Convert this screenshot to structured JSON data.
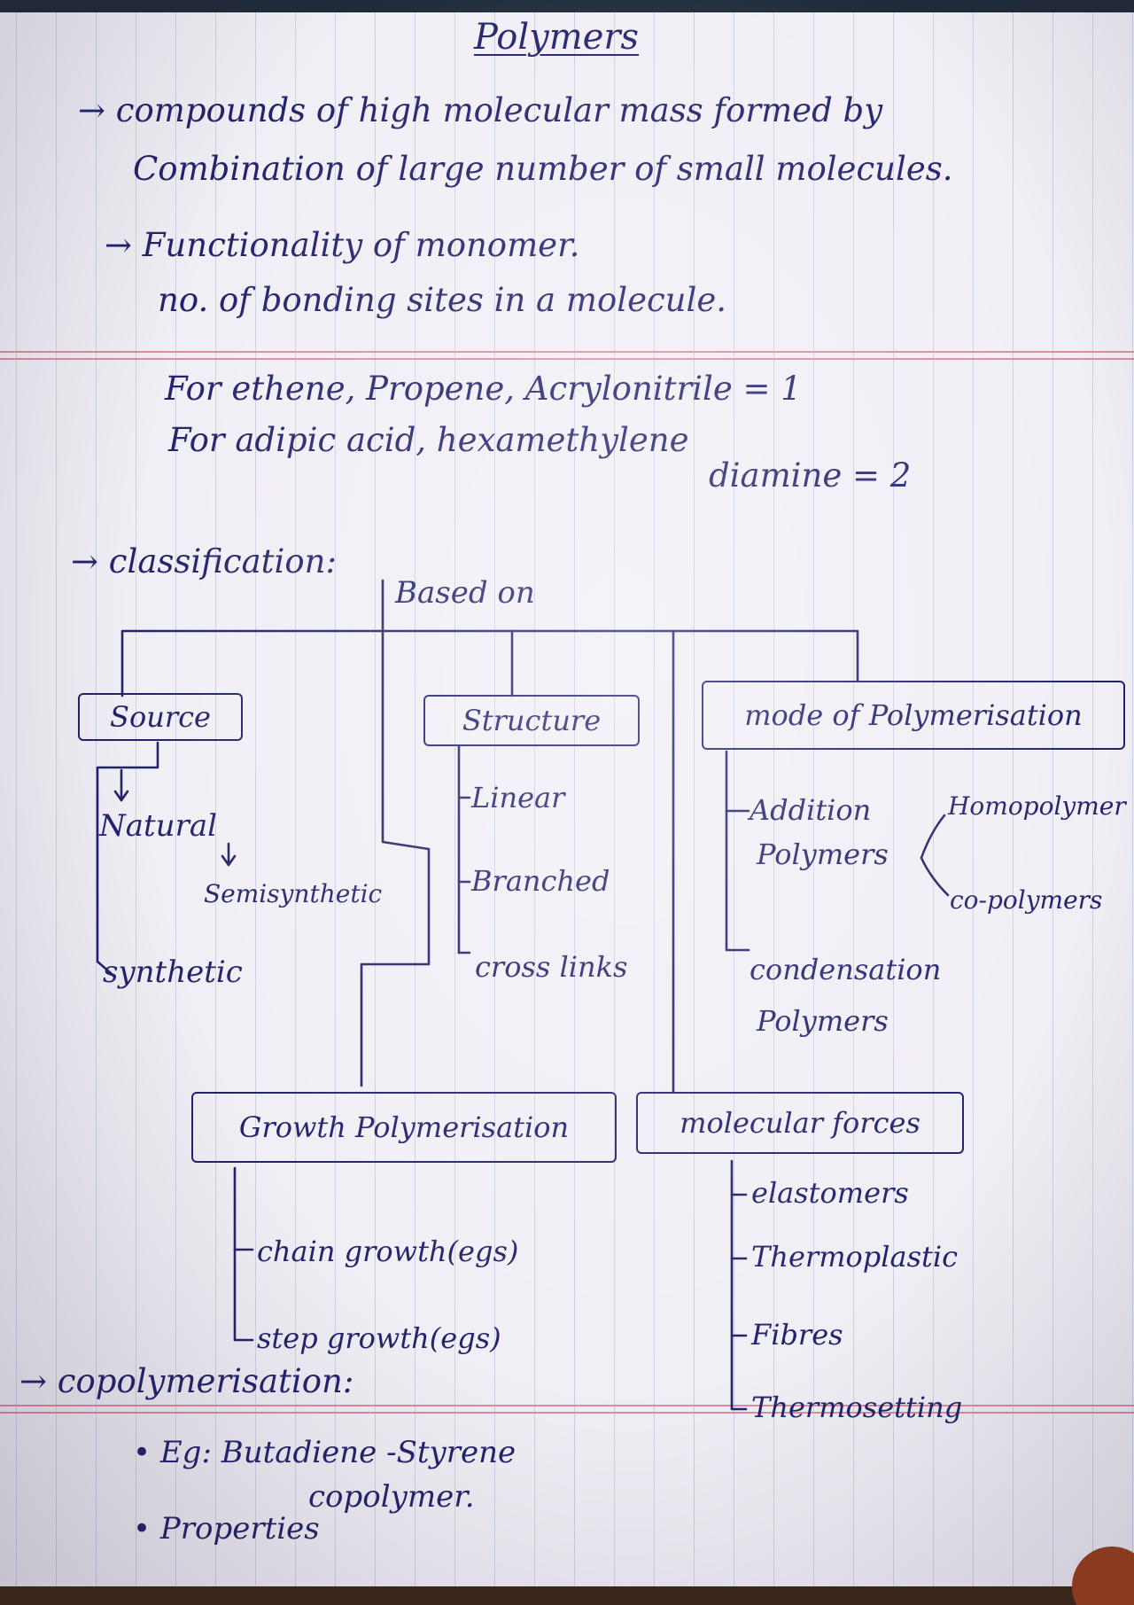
{
  "title": "Polymers",
  "intro": {
    "line1": "→ compounds of high molecular mass formed by",
    "line2": "Combination of large number of small molecules.",
    "line3": "→ Functionality of monomer.",
    "line4": "no. of bonding sites in a molecule.",
    "line5": "For ethene, Propene, Acrylonitrile = 1",
    "line6": "For adipic acid, hexamethylene",
    "line7": "diamine = 2"
  },
  "classification": {
    "heading": "→ classification:",
    "based_on": "Based on",
    "source": {
      "label": "Source",
      "items": [
        "Natural",
        "Semisynthetic",
        "synthetic"
      ]
    },
    "structure": {
      "label": "Structure",
      "items": [
        "Linear",
        "Branched",
        "cross links"
      ]
    },
    "mode": {
      "label": "mode of Polymerisation",
      "addition": "Addition",
      "addition2": "Polymers",
      "homo": "Homopolymer",
      "co": "co-polymers",
      "condensation": "condensation",
      "condensation2": "Polymers"
    },
    "growth": {
      "label": "Growth Polymerisation",
      "items": [
        "chain growth(egs)",
        "step growth(egs)"
      ]
    },
    "forces": {
      "label": "molecular forces",
      "items": [
        "elastomers",
        "Thermoplastic",
        "Fibres",
        "Thermosetting"
      ]
    }
  },
  "copolymerisation": {
    "heading": "→ copolymerisation:",
    "example": "• Eg: Butadiene -Styrene",
    "example2": "copolymer.",
    "properties": "• Properties"
  }
}
